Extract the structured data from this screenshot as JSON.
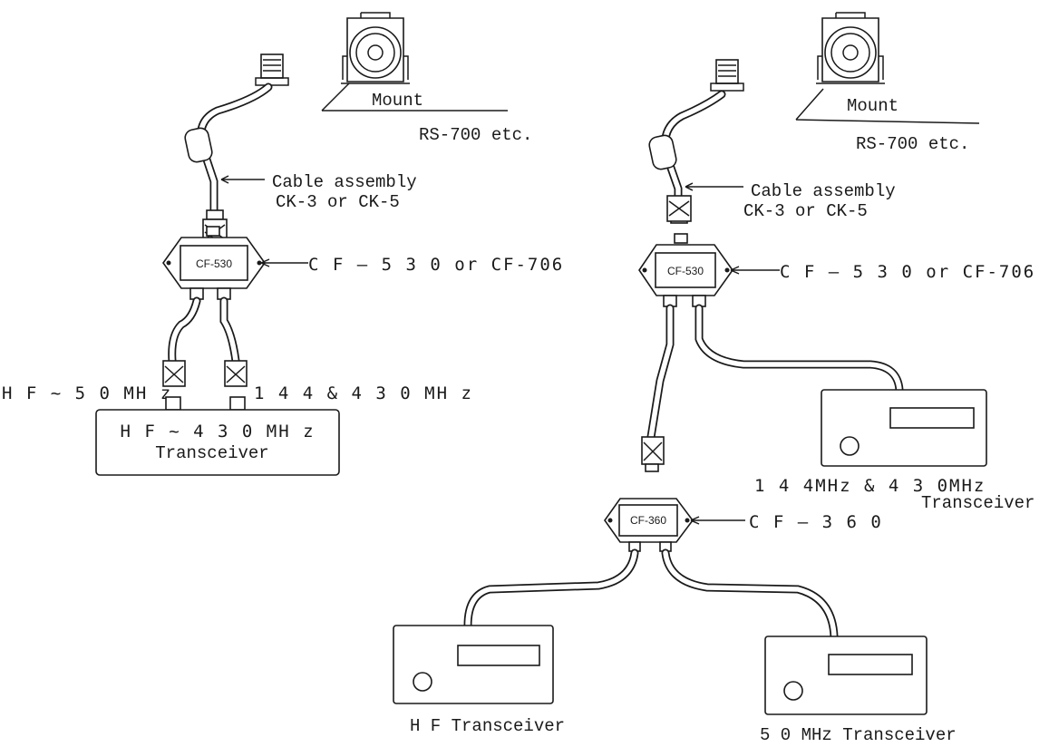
{
  "left": {
    "mount_label": "Mount",
    "mount_model": "RS-700 etc.",
    "cable_line1": "Cable assembly",
    "cable_line2": "CK-3 or CK-5",
    "filter_box": "CF-530",
    "filter_callout": "C F — 5 3 0  or CF-706",
    "port_left": "H F ~ 5 0 MH z",
    "port_right": "1 4 4 & 4 3 0 MH z",
    "radio_line1": "H F ~ 4 3 0 MH z",
    "radio_line2": "Transceiver"
  },
  "right": {
    "mount_label": "Mount",
    "mount_model": "RS-700 etc.",
    "cable_line1": "Cable assembly",
    "cable_line2": "CK-3 or CK-5",
    "filter_box": "CF-530",
    "filter_callout": "C F — 5 3 0  or CF-706",
    "radio_144_line1": "1 4 4MHz & 4 3 0MHz",
    "radio_144_line2": "Transceiver",
    "filter2_box": "CF-360",
    "filter2_callout": "C F — 3 6 0",
    "radio_hf": "H F  Transceiver",
    "radio_50": "5 0 MHz  Transceiver"
  },
  "icons": [
    "mount-icon",
    "connector-icon",
    "filter-icon",
    "transceiver-icon",
    "knob-icon",
    "display-icon"
  ],
  "colors": {
    "ink": "#1a1a1a",
    "paper": "#ffffff"
  }
}
